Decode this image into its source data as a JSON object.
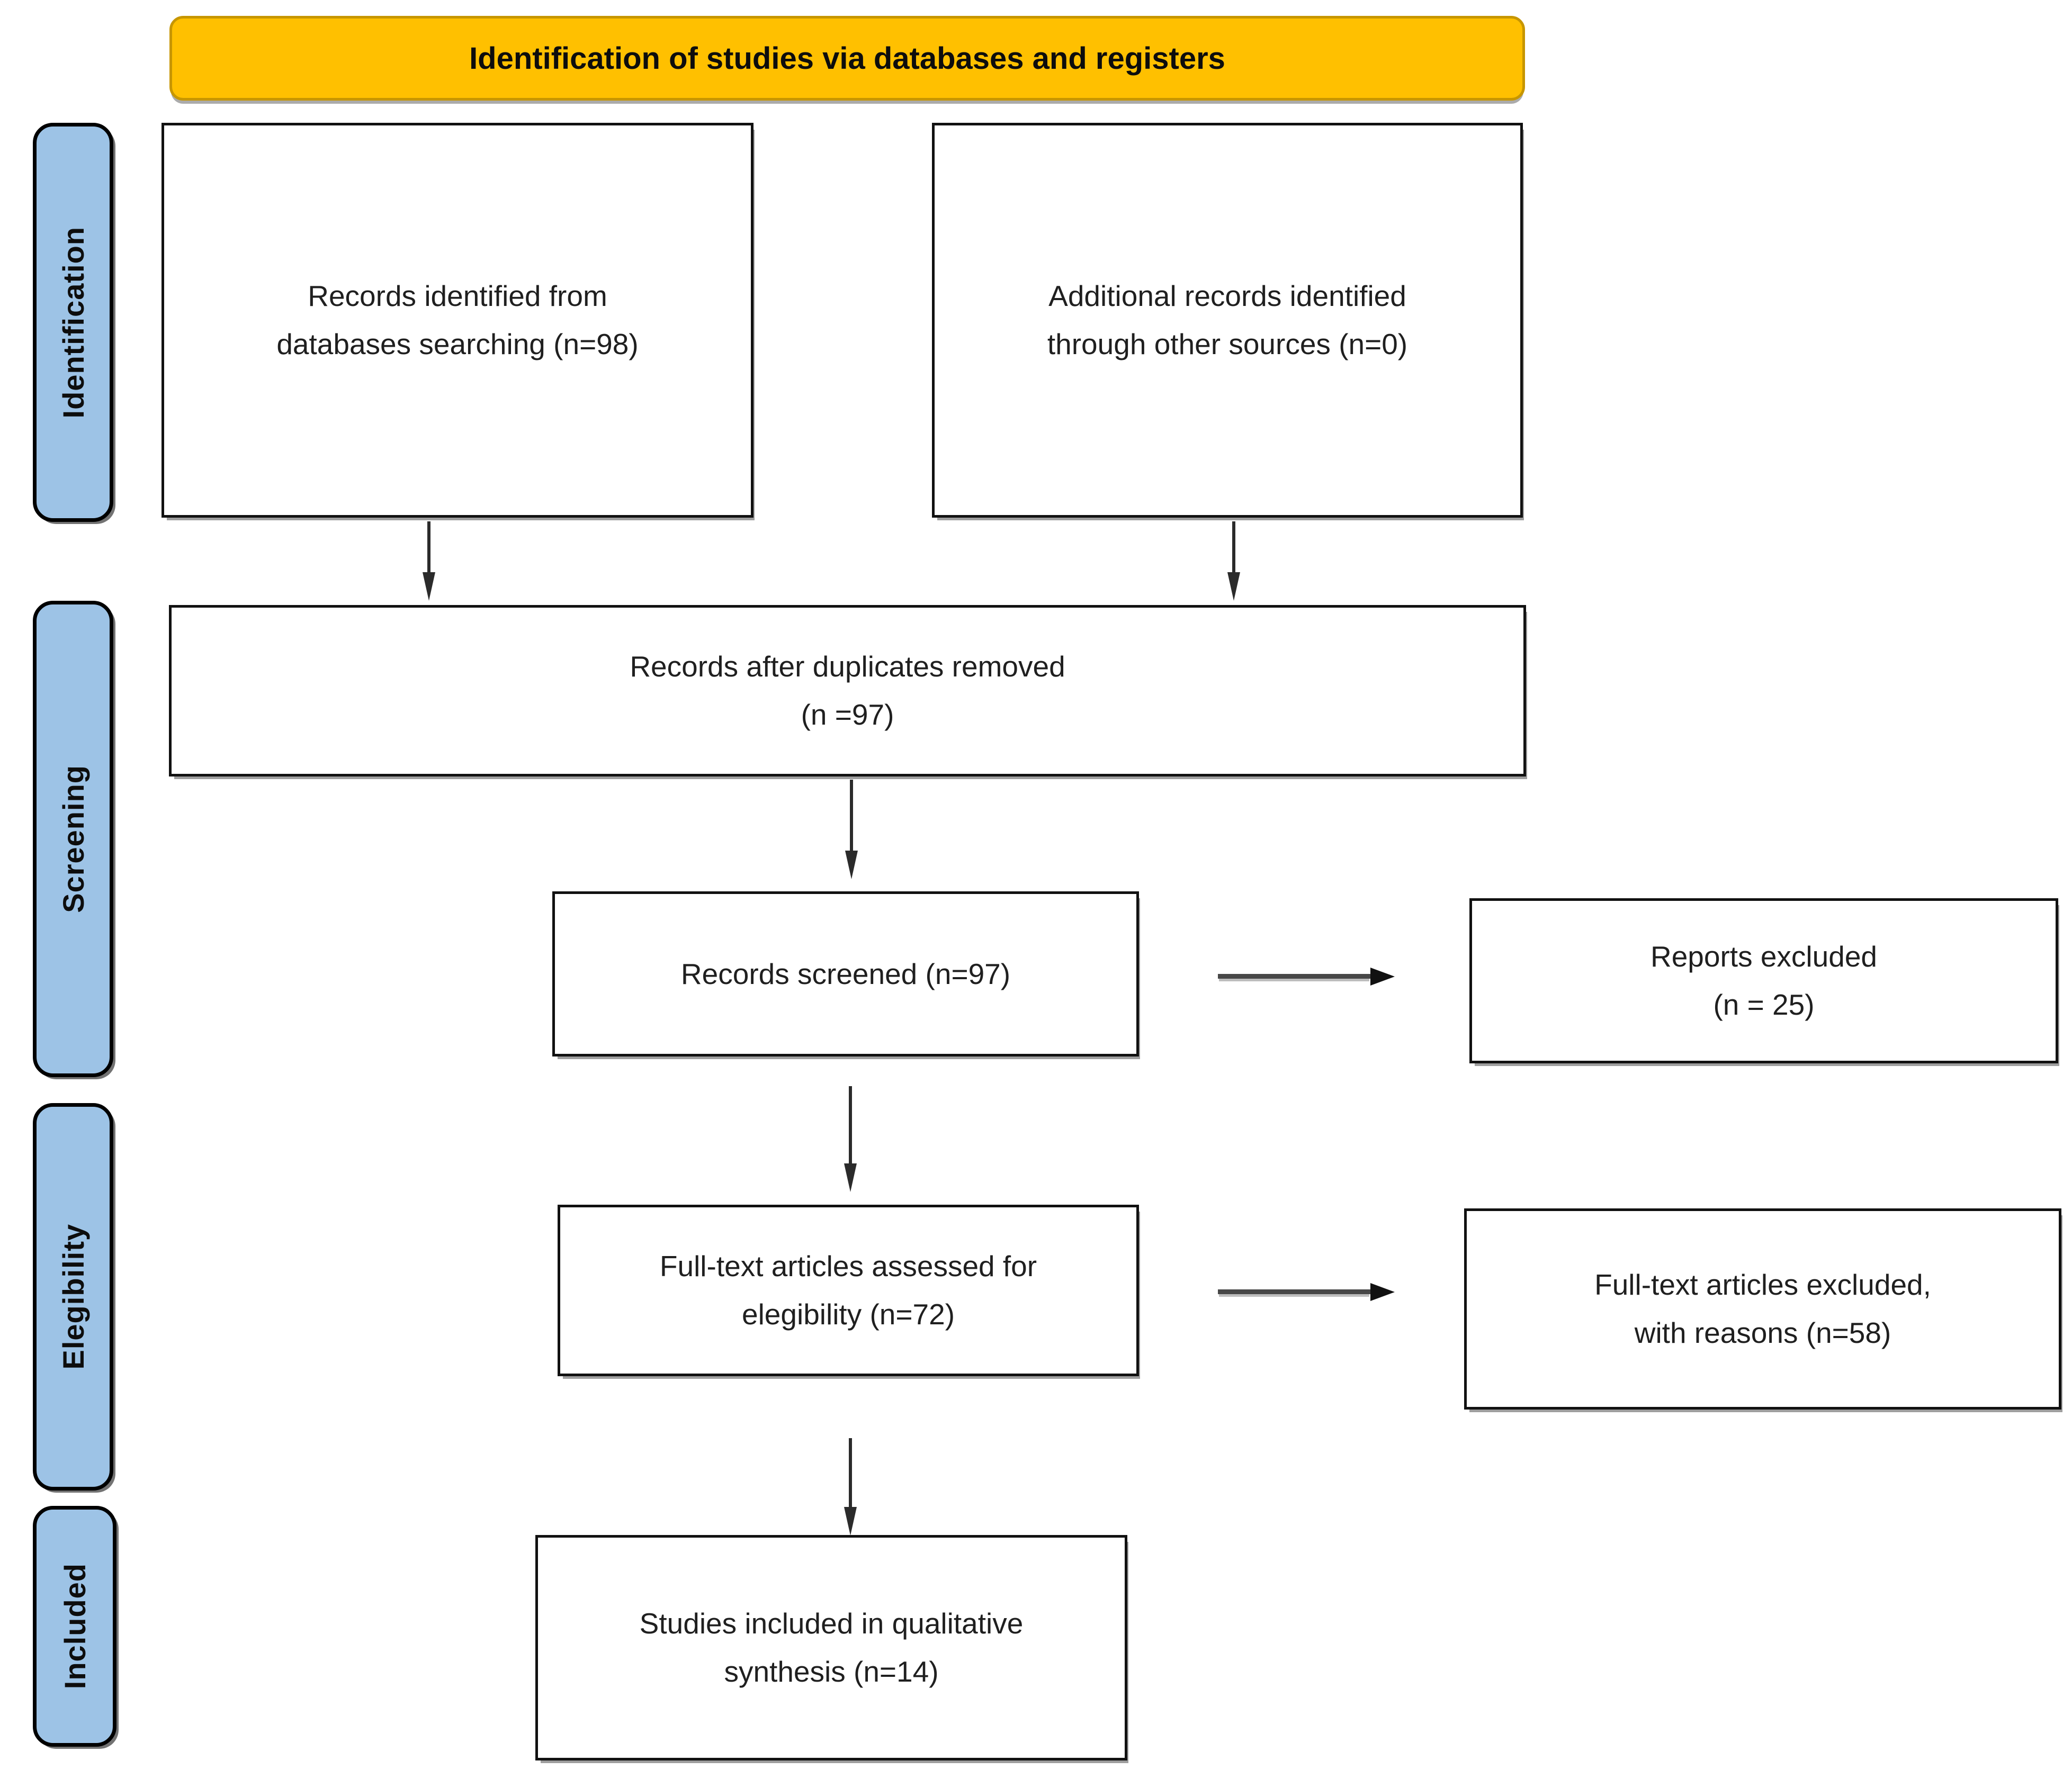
{
  "header": {
    "title": "Identification of studies via databases and registers"
  },
  "stages": [
    {
      "key": "identification",
      "label": "Identification"
    },
    {
      "key": "screening",
      "label": "Screening"
    },
    {
      "key": "elegibility",
      "label": "Elegibility"
    },
    {
      "key": "included",
      "label": "Included"
    }
  ],
  "nodes": {
    "records_identified": {
      "text": "Records identified from\ndatabases searching (n=98)",
      "n": 98
    },
    "additional_records": {
      "text": "Additional records identified\nthrough other sources (n=0)",
      "n": 0
    },
    "duplicates_removed": {
      "text": "Records after duplicates removed\n(n =97)",
      "n": 97
    },
    "records_screened": {
      "text": "Records screened (n=97)",
      "n": 97
    },
    "reports_excluded": {
      "text": "Reports excluded\n(n = 25)",
      "n": 25
    },
    "fulltext_assessed": {
      "text": "Full-text articles assessed for\nelegibility (n=72)",
      "n": 72
    },
    "fulltext_excluded": {
      "text": "Full-text articles excluded,\nwith reasons (n=58)",
      "n": 58
    },
    "studies_included": {
      "text": "Studies included in qualitative\nsynthesis (n=14)",
      "n": 14
    }
  },
  "colors": {
    "header_bg": "#FFC000",
    "stage_bg": "#9DC3E6",
    "box_border": "#111111",
    "arrow": "#2b2b2b"
  }
}
